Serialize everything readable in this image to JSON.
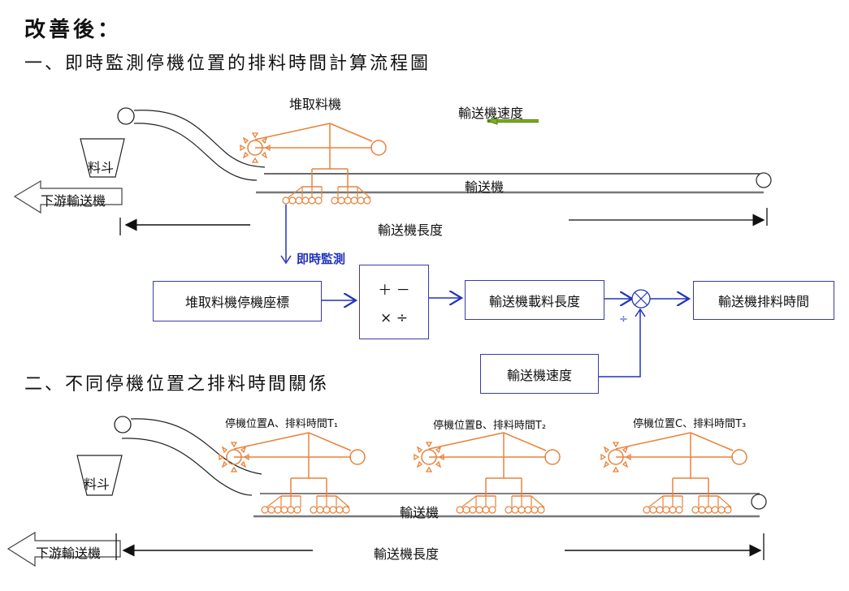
{
  "title": "改善後：",
  "section1": {
    "heading": "一、即時監測停機位置的排料時間計算流程圖",
    "stacker_label": "堆取料機",
    "speed_label": "輸送機速度",
    "hopper_label": "料斗",
    "downstream_label": "下游輸送機",
    "conveyor_label": "輸送機",
    "length_label": "輸送機長度",
    "monitor_label": "即時監測",
    "flow": {
      "input_box": "堆取料機停機座標",
      "ops_line1": "＋ －",
      "ops_line2": "× ÷",
      "load_length_box": "輸送機載料長度",
      "divide_symbol": "÷",
      "speed_box": "輸送機速度",
      "output_box": "輸送機排料時間"
    }
  },
  "section2": {
    "heading": "二、不同停機位置之排料時間關係",
    "positions": [
      {
        "label": "停機位置A、排料時間T₁"
      },
      {
        "label": "停機位置B、排料時間T₂"
      },
      {
        "label": "停機位置C、排料時間T₃"
      }
    ],
    "hopper_label": "料斗",
    "downstream_label": "下游輸送機",
    "conveyor_label": "輸送機",
    "length_label": "輸送機長度"
  },
  "colors": {
    "orange": "#e8823a",
    "blue": "#2233bb",
    "green": "#7ab317"
  }
}
